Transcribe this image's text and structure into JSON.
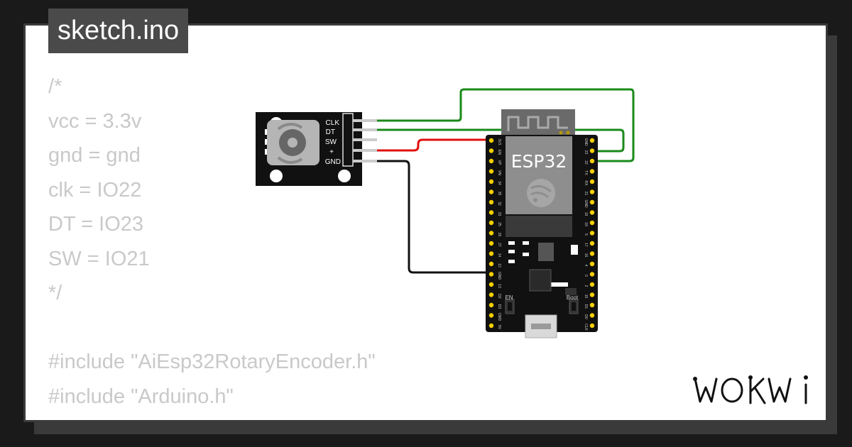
{
  "tab": {
    "title": "sketch.ino"
  },
  "code": {
    "lines": [
      "/*",
      "vcc = 3.3v",
      "gnd = gnd",
      "clk = IO22",
      "DT = IO23",
      "SW = IO21",
      "*/",
      "",
      "#include \"AiEsp32RotaryEncoder.h\"",
      "#include \"Arduino.h\""
    ]
  },
  "encoder": {
    "pins": [
      "CLK",
      "DT",
      "SW",
      "+",
      "GND"
    ]
  },
  "esp32": {
    "label": "ESP32",
    "button_en": "EN",
    "button_boot": "Boot",
    "left_pins": [
      "3V3",
      "EN",
      "VP",
      "VN",
      "34",
      "35",
      "32",
      "33",
      "25",
      "26",
      "27",
      "14",
      "12",
      "GND",
      "13",
      "D2",
      "D3",
      "CMD",
      "5V"
    ],
    "right_pins": [
      "GND",
      "23",
      "22",
      "TX",
      "RX",
      "21",
      "GND",
      "19",
      "18",
      "5",
      "17",
      "16",
      "4",
      "0",
      "2",
      "15",
      "D1",
      "D0",
      "CLK"
    ]
  },
  "brand": {
    "logo": "WOKWI"
  },
  "colors": {
    "wire_green": "#1a8a1a",
    "wire_red": "#e01010",
    "wire_black": "#111111",
    "pin_yellow": "#f5d000",
    "board": "#111111",
    "code_text": "#c9c9c9",
    "tab_bg": "#4a4a4a"
  }
}
